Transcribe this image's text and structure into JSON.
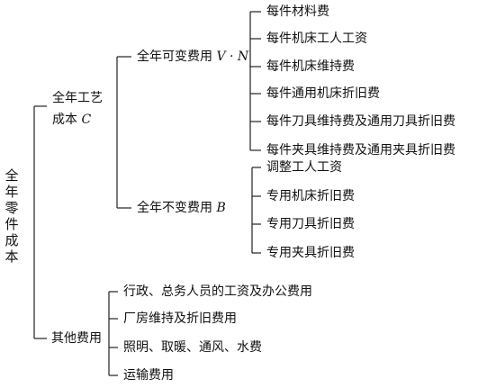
{
  "root": {
    "chars": [
      "全",
      "年",
      "零",
      "件",
      "成",
      "本"
    ]
  },
  "craft_cost": {
    "line1": "全年工艺",
    "line2": "成本",
    "symbol": "C"
  },
  "variable_cost": {
    "label": "全年可变费用",
    "symbol": "V · N"
  },
  "fixed_cost": {
    "label": "全年不变费用",
    "symbol": "B"
  },
  "other_cost": {
    "label": "其他费用"
  },
  "variable_items": [
    "每件材料费",
    "每件机床工人工资",
    "每件机床维持费",
    "每件通用机床折旧费",
    "每件刀具维持费及通用刀具折旧费",
    "每件夹具维持费及通用夹具折旧费"
  ],
  "fixed_items": [
    "调整工人工资",
    "专用机床折旧费",
    "专用刀具折旧费",
    "专用夹具折旧费"
  ],
  "other_items": [
    "行政、总务人员的工资及办公费用",
    "厂房维持及折旧费用",
    "照明、取暖、通风、水费",
    "运输费用"
  ]
}
